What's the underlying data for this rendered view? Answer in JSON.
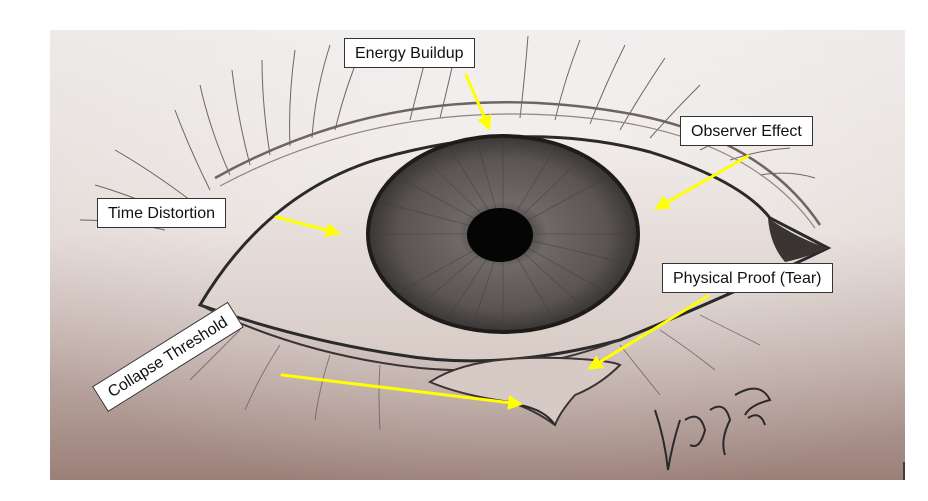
{
  "labels": {
    "energy_buildup": "Energy Buildup",
    "observer_effect": "Observer Effect",
    "time_distortion": "Time Distortion",
    "physical_proof": "Physical Proof (Tear)",
    "collapse_threshold": "Collapse Threshold"
  },
  "colors": {
    "arrow": "#ffff00",
    "label_border": "#333333",
    "sketch_line": "#2a2a2a"
  },
  "icons": [
    "eye-sketch-image",
    "signature-mark"
  ]
}
